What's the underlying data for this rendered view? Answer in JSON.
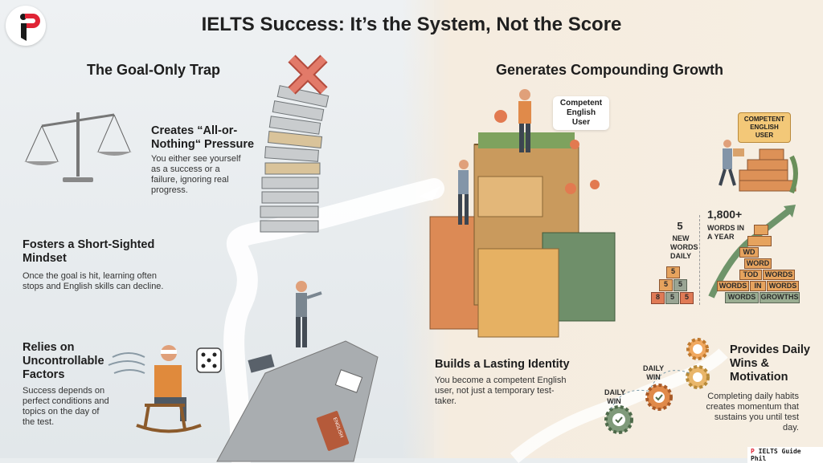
{
  "title": "IELTS Success: It’s the System, Not the Score",
  "logo": {
    "name": "IELTS Guide Phil logo",
    "colors": {
      "red": "#e02435",
      "black": "#1a1a1a"
    }
  },
  "left": {
    "heading": "The Goal-Only Trap",
    "points": [
      {
        "title": "Creates “All-or-Nothing“ Pressure",
        "body": "You either see yourself as a success or a failure, ignoring real progress.",
        "icon": "scale-icon"
      },
      {
        "title": "Fosters a Short-Sighted Mindset",
        "body": "Once the goal is hit, learning often stops and English skills can decline.",
        "icon": "cliff-icon"
      },
      {
        "title": "Relies on Uncontrollable Factors",
        "body": "Success depends on perfect conditions and topics on the day of the test.",
        "icon": "dice-icon"
      }
    ],
    "book_label": "ENGLISH"
  },
  "right": {
    "heading": "Generates Compounding Growth",
    "castle_bubble": "Competent English User",
    "builder_tag": "COMPETENT ENGLISH USER",
    "daily": {
      "number": "5",
      "label": "NEW WORDS DAILY",
      "blocks": [
        "5",
        "5",
        "5",
        "8",
        "5",
        "5"
      ]
    },
    "yearly": {
      "number": "1,800+",
      "label": "WORDS IN A YEAR",
      "blocks": [
        "WD",
        "WORD",
        "TOD",
        "WORDS",
        "WORDS",
        "IN",
        "WORDS",
        "WORDS",
        "GROWTHS"
      ]
    },
    "points": [
      {
        "title": "Builds a Lasting Identity",
        "body": "You become a competent English user, not just a temporary test-taker."
      },
      {
        "title": "Provides Daily Wins & Motivation",
        "body": "Completing daily habits creates momentum that sustains you until test day."
      }
    ],
    "daily_win_labels": [
      "DAILY WIN",
      "DAILY WIN"
    ]
  },
  "footer": "IELTS Guide Phil",
  "colors": {
    "left_bg": "#e6ebee",
    "right_bg": "#f5ecdf",
    "accent_orange": "#e08a4a",
    "accent_green": "#6f8f6a"
  }
}
